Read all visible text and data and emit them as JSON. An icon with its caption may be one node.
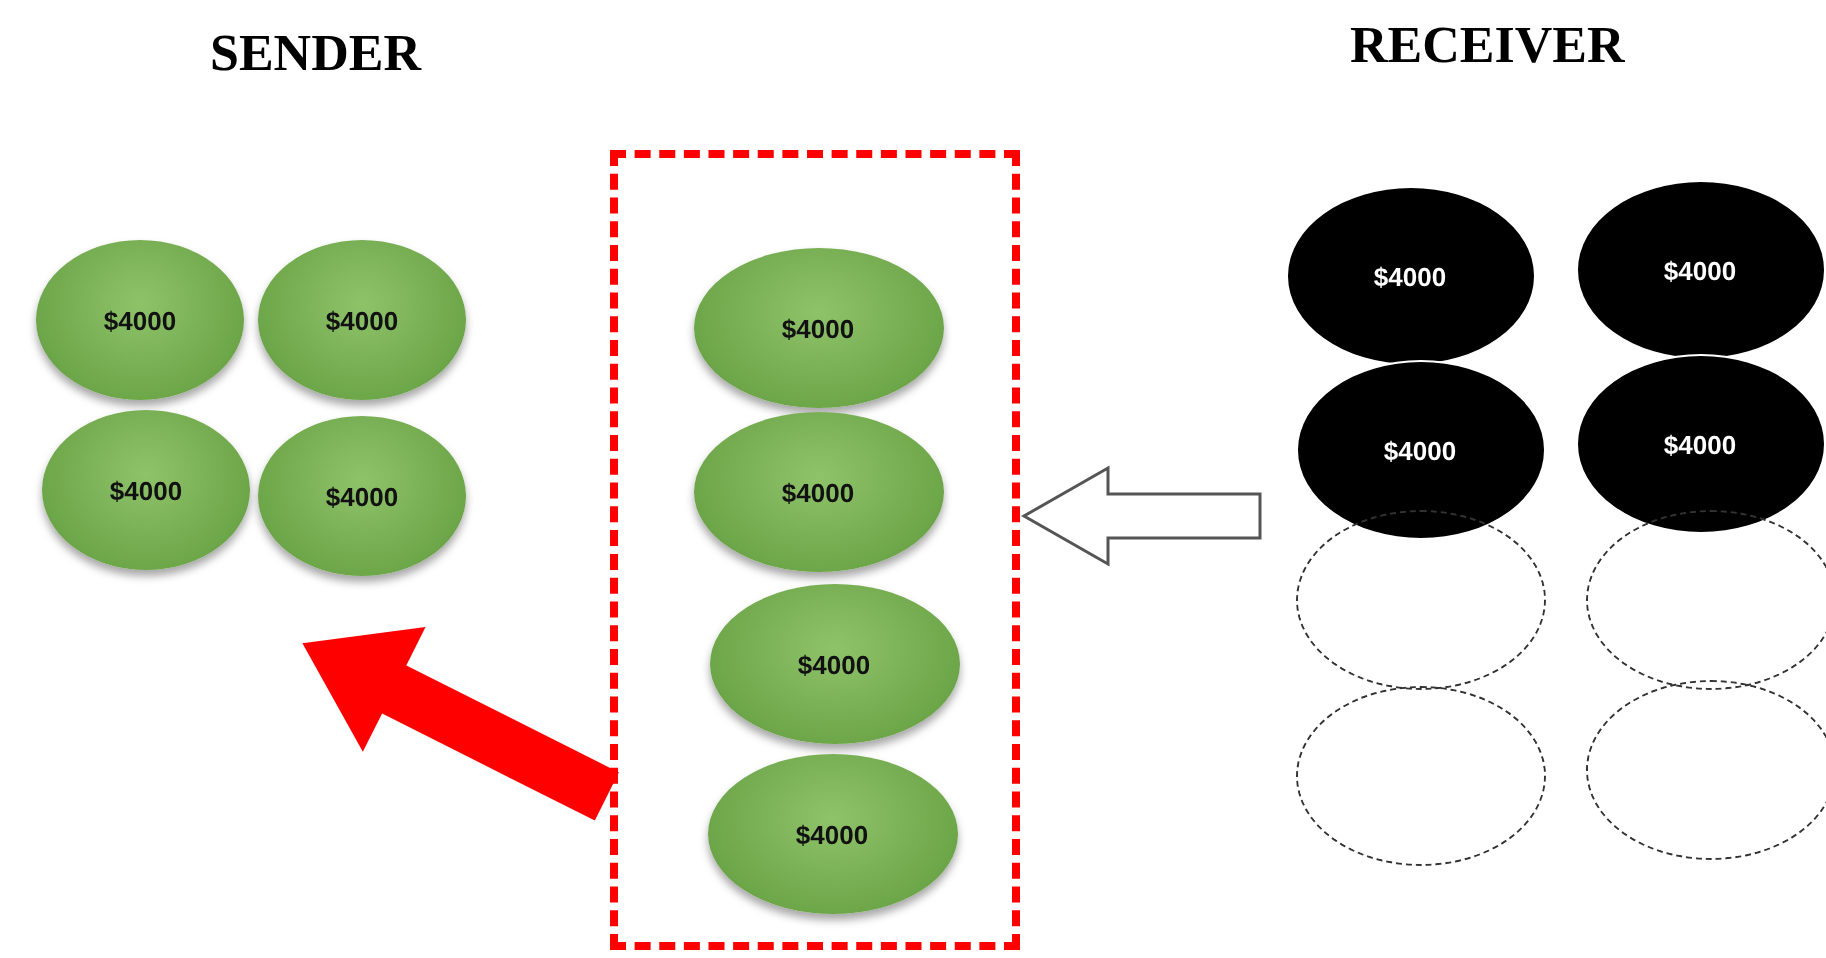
{
  "diagram": {
    "nodes": [
      {
        "text": [
          "$4000"
        ]
      },
      {
        "text": [
          "$4000"
        ]
      },
      {
        "text": [
          "$4000"
        ]
      },
      {
        "text": [
          "$4000"
        ]
      },
      {
        "text": [],
        "shape": "box"
      },
      {
        "text": [
          "$4000"
        ],
        "in": 4
      },
      {
        "text": [
          "$4000"
        ],
        "in": 4
      },
      {
        "text": [
          "$4000"
        ],
        "in": 4
      },
      {
        "text": [
          "$4000"
        ],
        "in": 4
      },
      {
        "text": [
          "$4000"
        ]
      },
      {
        "text": [
          "$4000"
        ]
      },
      {
        "text": [
          "$4000"
        ]
      },
      {
        "text": [
          "$4000"
        ]
      },
      {
        "text": [],
        "shape": "circle"
      },
      {
        "text": [],
        "shape": "circle"
      },
      {
        "text": [],
        "shape": "circle"
      },
      {
        "text": [],
        "shape": "circle"
      }
    ],
    "edges": [
      {
        "from": null,
        "to": 4,
        "arrow": "to"
      },
      {
        "from": 4,
        "to": null,
        "arrow": "to",
        "style": "thick",
        "color": "#ff0000"
      }
    ],
    "labels": [
      "SENDER",
      "RECEIVER"
    ]
  }
}
